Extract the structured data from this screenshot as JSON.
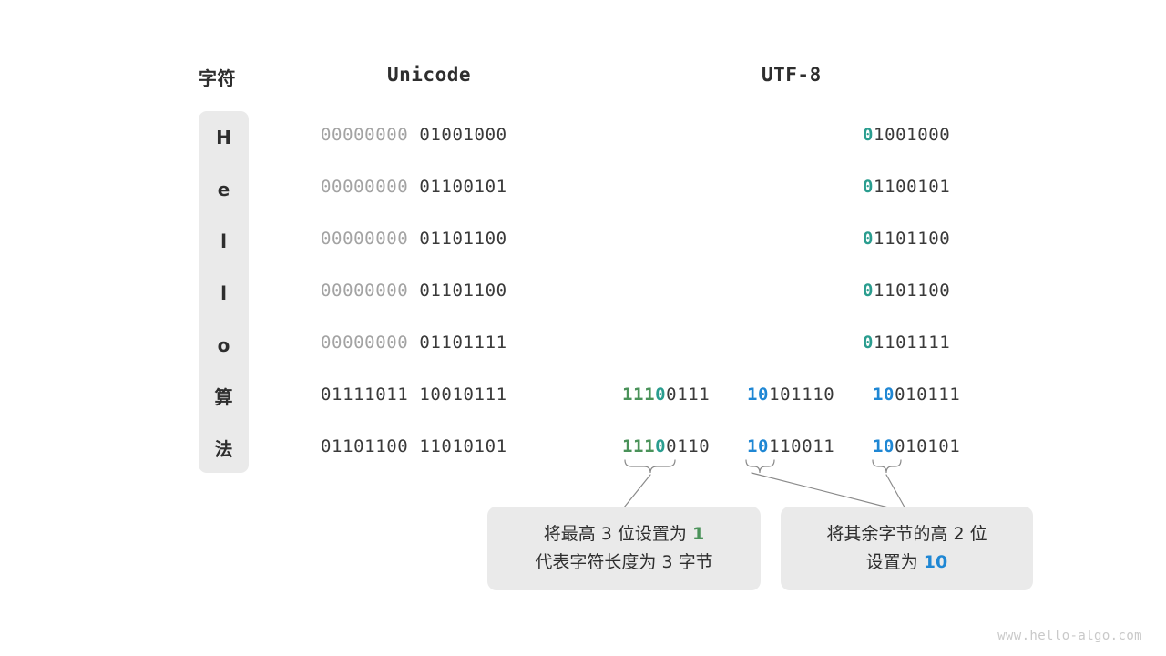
{
  "headers": {
    "char": "字符",
    "unicode": "Unicode",
    "utf8": "UTF-8"
  },
  "colors": {
    "background": "#ffffff",
    "cell_bg": "#eaeaea",
    "text": "#2e2e2e",
    "binary": "#3a3a3a",
    "dim": "#a3a3a3",
    "teal": "#2a9d8f",
    "green": "#4a9259",
    "blue": "#1f87d4",
    "watermark": "#c9c9c9",
    "connector_line": "#8a8a8a"
  },
  "rows": [
    {
      "char": "H",
      "unicode": {
        "byte1": "00000000",
        "byte2": "01001000",
        "byte1_dim": true
      },
      "utf8": [
        {
          "prefix": "0",
          "prefix_style": "teal",
          "rest": "1001000"
        }
      ]
    },
    {
      "char": "e",
      "unicode": {
        "byte1": "00000000",
        "byte2": "01100101",
        "byte1_dim": true
      },
      "utf8": [
        {
          "prefix": "0",
          "prefix_style": "teal",
          "rest": "1100101"
        }
      ]
    },
    {
      "char": "l",
      "unicode": {
        "byte1": "00000000",
        "byte2": "01101100",
        "byte1_dim": true
      },
      "utf8": [
        {
          "prefix": "0",
          "prefix_style": "teal",
          "rest": "1101100"
        }
      ]
    },
    {
      "char": "l",
      "unicode": {
        "byte1": "00000000",
        "byte2": "01101100",
        "byte1_dim": true
      },
      "utf8": [
        {
          "prefix": "0",
          "prefix_style": "teal",
          "rest": "1101100"
        }
      ]
    },
    {
      "char": "o",
      "unicode": {
        "byte1": "00000000",
        "byte2": "01101111",
        "byte1_dim": true
      },
      "utf8": [
        {
          "prefix": "0",
          "prefix_style": "teal",
          "rest": "1101111"
        }
      ]
    },
    {
      "char": "算",
      "unicode": {
        "byte1": "01111011",
        "byte2": "10010111",
        "byte1_dim": false
      },
      "utf8": [
        {
          "prefix": "111",
          "prefix_style": "green",
          "prefix2": "0",
          "prefix2_style": "teal",
          "rest": "0111"
        },
        {
          "prefix": "10",
          "prefix_style": "blue",
          "rest": "101110"
        },
        {
          "prefix": "10",
          "prefix_style": "blue",
          "rest": "010111"
        }
      ]
    },
    {
      "char": "法",
      "unicode": {
        "byte1": "01101100",
        "byte2": "11010101",
        "byte1_dim": false
      },
      "utf8": [
        {
          "prefix": "111",
          "prefix_style": "green",
          "prefix2": "0",
          "prefix2_style": "teal",
          "rest": "0110"
        },
        {
          "prefix": "10",
          "prefix_style": "blue",
          "rest": "110011"
        },
        {
          "prefix": "10",
          "prefix_style": "blue",
          "rest": "010101"
        }
      ]
    }
  ],
  "callouts": [
    {
      "id": "callout-1",
      "line1_pre": "将最高 3 位设置为 ",
      "line1_hl": "1",
      "line1_hl_style": "green",
      "line2": "代表字符长度为 3 字节"
    },
    {
      "id": "callout-2",
      "line1_pre": "将其余字节的高 2 位",
      "line1_hl": "",
      "line1_hl_style": "blue",
      "line2_pre": "设置为 ",
      "line2_hl": "10",
      "line2_hl_style": "blue"
    }
  ],
  "watermark": "www.hello-algo.com"
}
